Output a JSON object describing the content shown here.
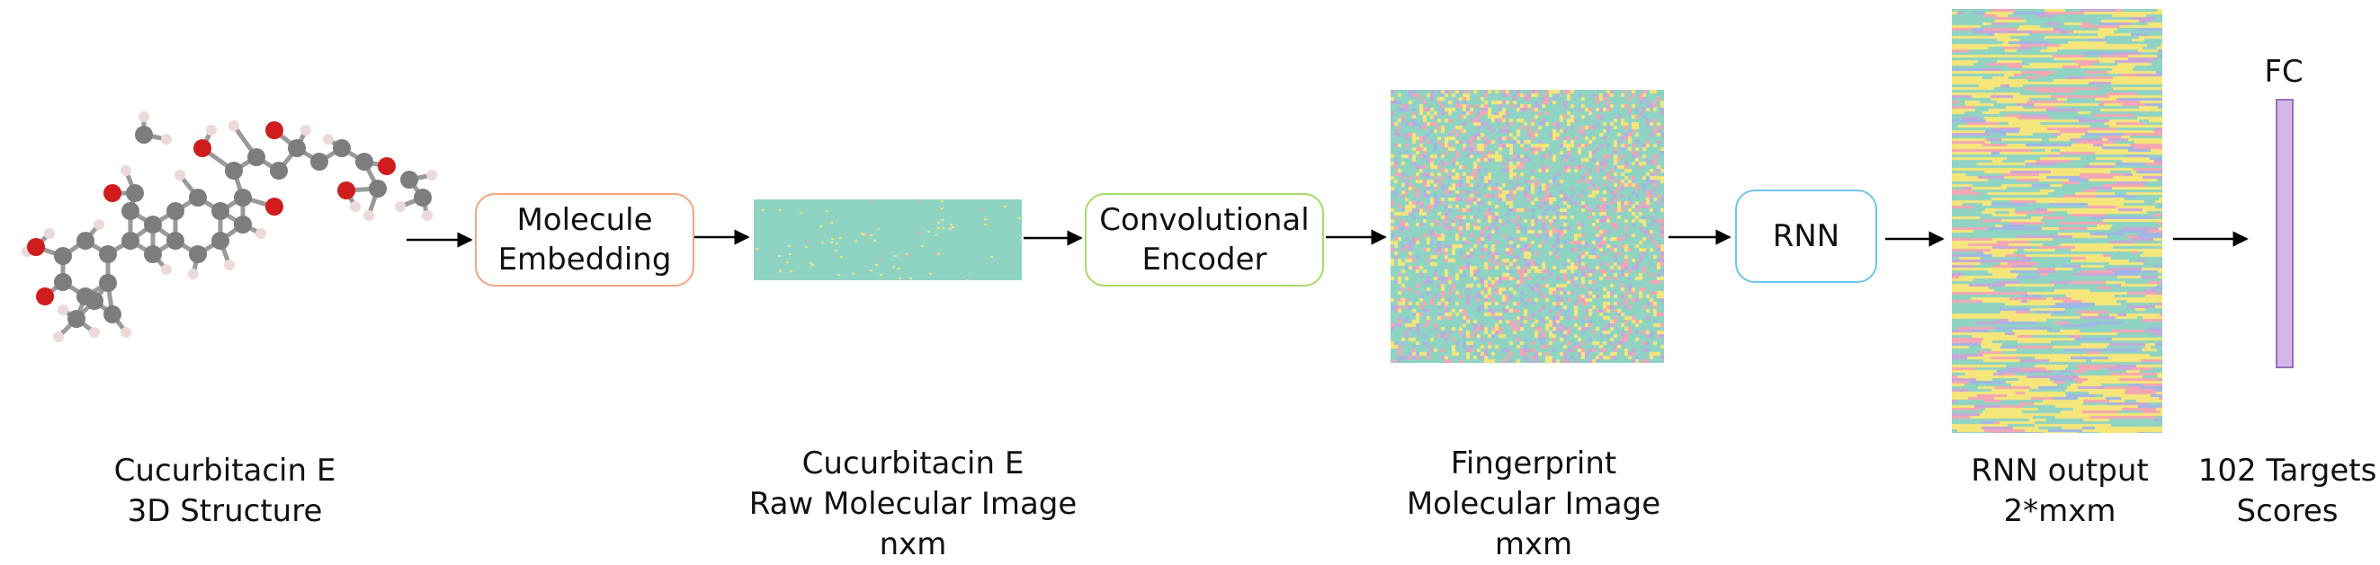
{
  "boxes": {
    "embedding": "Molecule\nEmbedding",
    "encoder": "Convolutional\nEncoder",
    "rnn": "RNN"
  },
  "fc_label": "FC",
  "captions": {
    "structure": [
      "Cucurbitacin E",
      "3D Structure"
    ],
    "raw": [
      "Cucurbitacin E",
      "Raw Molecular Image",
      "nxm"
    ],
    "fingerprint": [
      "Fingerprint",
      "Molecular Image",
      "mxm"
    ],
    "rnn_output": [
      "RNN output",
      "2*mxm"
    ],
    "scores": [
      "102 Targets",
      "Scores"
    ]
  },
  "colors": {
    "embedding_border": "#f4a582",
    "encoder_border": "#a6d96a",
    "rnn_border": "#6ec6e6",
    "teal": "#8fd3c3",
    "yellow": "#f5e67a",
    "pink": "#f3a6b4",
    "purple": "#c9a6d8",
    "blue": "#9fb6e6",
    "fc_fill": "#d2b8e6",
    "fc_border": "#9b6fbf",
    "arrow": "#000000"
  }
}
